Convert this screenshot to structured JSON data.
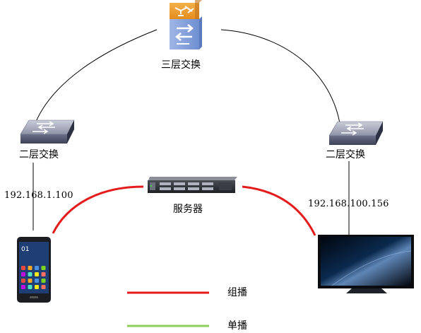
{
  "nodes": {
    "l3_switch": {
      "label": "三层交换"
    },
    "l2_switch_left": {
      "label": "二层交换"
    },
    "l2_switch_right": {
      "label": "二层交换"
    },
    "server": {
      "label": "服务器"
    },
    "phone": {
      "ip": "192.168.1.100",
      "screen_time": "01"
    },
    "tv": {
      "ip": "192.168.100.156"
    }
  },
  "legend": {
    "multicast": {
      "label": "组播",
      "color": "#e31b1b"
    },
    "unicast": {
      "label": "单播",
      "color": "#8cd25a"
    }
  },
  "colors": {
    "link": "#000000",
    "multicast": "#e31b1b",
    "unicast": "#8cd25a"
  }
}
